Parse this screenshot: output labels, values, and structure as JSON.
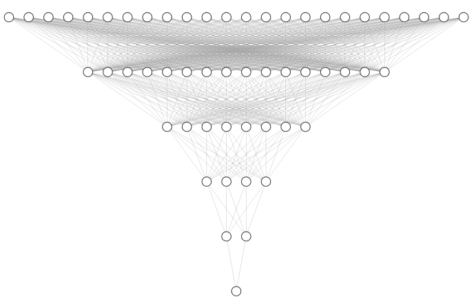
{
  "diagram": {
    "type": "fully-connected-network",
    "layers": [
      24,
      16,
      8,
      4,
      2,
      1
    ],
    "connectivity": "full",
    "colors": {
      "background": "#ffffff",
      "node_fill": "#ffffff",
      "node_stroke": "#333333",
      "edge": "#8a8a8a"
    }
  }
}
